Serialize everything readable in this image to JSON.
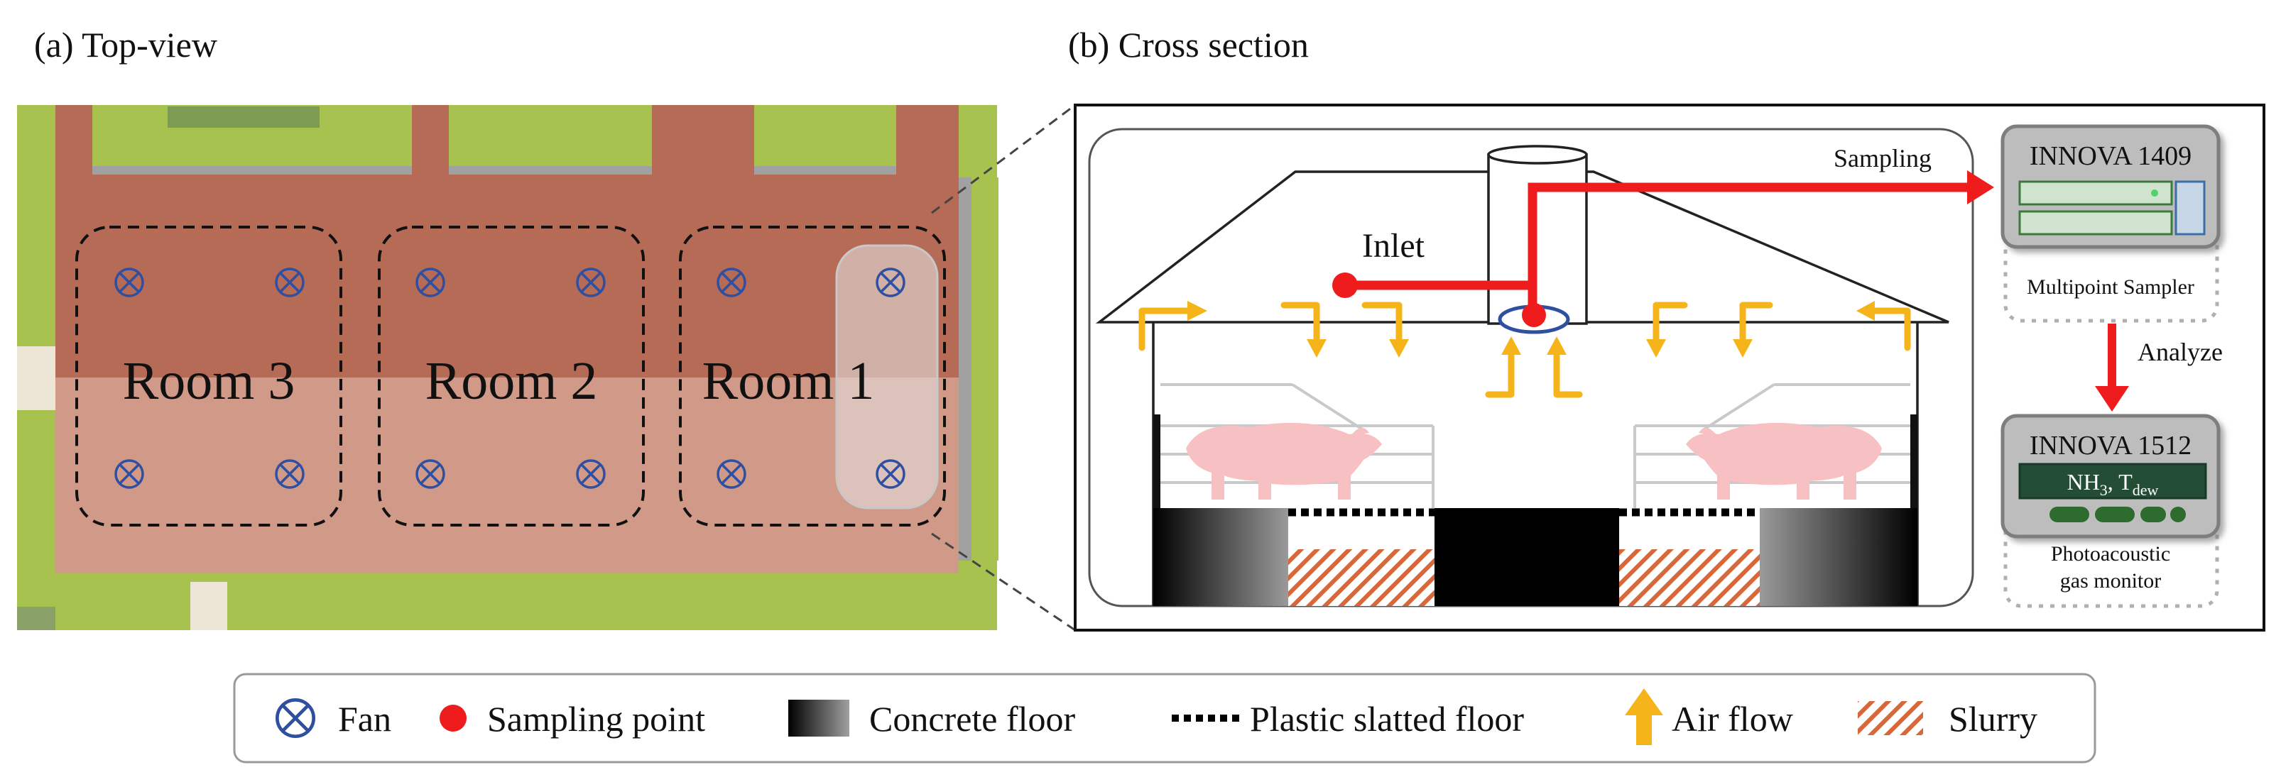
{
  "panel_a": {
    "title": "(a) Top-view",
    "rooms": [
      "Room 3",
      "Room 2",
      "Room 1"
    ]
  },
  "panel_b": {
    "title": "(b) Cross section",
    "inlet_label": "Inlet",
    "sampling_label": "Sampling",
    "analyze_label": "Analyze",
    "sampler": {
      "title": "INNOVA 1409",
      "caption": "Multipoint Sampler"
    },
    "monitor": {
      "title": "INNOVA 1512",
      "display_main": "NH",
      "display_sub1": "3",
      "display_mid": ", T",
      "display_sub2": "dew",
      "caption_line1": "Photoacoustic",
      "caption_line2": "gas monitor"
    }
  },
  "legend": {
    "fan": "Fan",
    "sampling_point": "Sampling point",
    "concrete": "Concrete floor",
    "slatted": "Plastic slatted floor",
    "airflow": "Air flow",
    "slurry": "Slurry"
  },
  "colors": {
    "grass": "#a8c24f",
    "roof_dark": "#b66b57",
    "roof_light": "#d4a290",
    "fan_blue": "#2f4fa0",
    "sampling_red": "#ee1c1c",
    "airflow_yellow": "#f5b41a",
    "slurry_orange": "#d8683a",
    "pig_pink": "#f7c0c2"
  }
}
